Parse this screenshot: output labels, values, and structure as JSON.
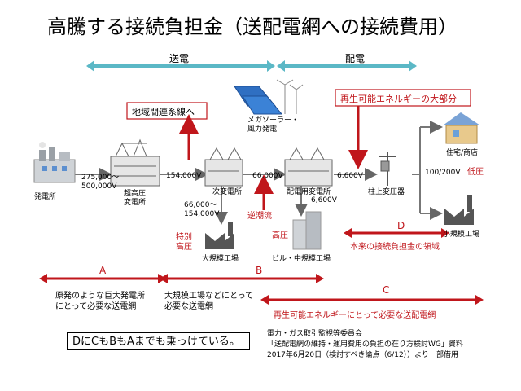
{
  "title": "高騰する接続負担金（送配電網への接続費用）",
  "sections": {
    "transmission": "送電",
    "distribution": "配電"
  },
  "callouts": {
    "interregional": "地域間連系線へ",
    "renewables_bulk": "再生可能エネルギーの大部分"
  },
  "facilities": {
    "power_plant": "発電所",
    "ultra_high_substation": "超高圧\n変電所",
    "primary_substation": "一次変電所",
    "distribution_substation": "配電用変電所",
    "pole_transformer": "柱上変圧器",
    "mega_solar_wind": "メガソーラー・\n風力発電",
    "house_shop": "住宅/商店",
    "small_factory": "小規模工場",
    "large_factory": "大規模工場",
    "building_mid_factory": "ビル・中規模工場"
  },
  "voltages": {
    "v1": "275,000〜\n500,000V",
    "v2": "154,000V",
    "v3": "66,000V",
    "v4": "6,600V",
    "v5": "66,000〜\n154,000V",
    "v6": "6,600V",
    "v7": "100/200V"
  },
  "voltage_classes": {
    "extra_high": "特別\n高圧",
    "high": "高圧",
    "low": "低圧"
  },
  "reverse_flow": "逆潮流",
  "segments": {
    "a_label": "A",
    "a_desc": "原発のような巨大発電所\nにとって必要な送電網",
    "b_label": "B",
    "b_desc": "大規模工場などにとって\n必要な送電網",
    "c_label": "C",
    "c_desc": "再生可能エネルギーにとって必要な送配電網",
    "d_label": "D",
    "d_desc": "本来の接続負担金の領域"
  },
  "note": "DにCもBもAまでも乗っけている。",
  "source": {
    "line1": "電力・ガス取引監視等委員会",
    "line2": "「送配電網の維持・運用費用の負担の在り方検討WG」資料",
    "line3": "2017年6月20日（検討すべき論点（6/12））より一部借用"
  },
  "colors": {
    "accent_red": "#c0161b",
    "teal": "#5bb8c6",
    "line": "#666666"
  }
}
